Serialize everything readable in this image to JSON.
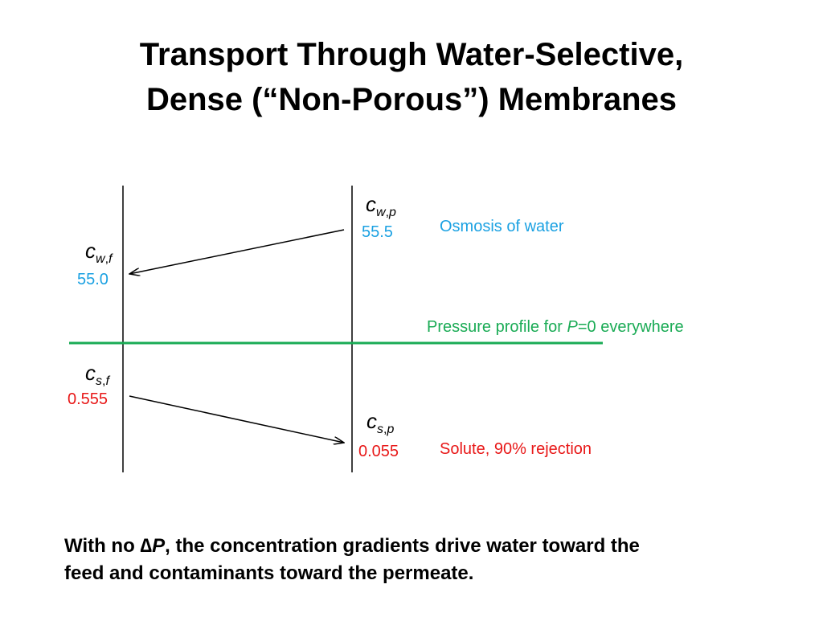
{
  "title": {
    "line1": "Transport Through Water-Selective,",
    "line2": "Dense (“Non-Porous”) Membranes"
  },
  "colors": {
    "water": "#1ba1e2",
    "solute": "#e81818",
    "pressure": "#1aab55",
    "line": "#000000"
  },
  "labels": {
    "cw_p": {
      "symbol": "c",
      "sub": "w,p",
      "sub_parts": [
        "w",
        ",",
        "p"
      ],
      "value": "55.5"
    },
    "cw_f": {
      "symbol": "c",
      "sub": "w,f",
      "sub_parts": [
        "w",
        ",",
        "f"
      ],
      "value": "55.0"
    },
    "cs_f": {
      "symbol": "c",
      "sub": "s,f",
      "sub_parts": [
        "s",
        ",",
        "f"
      ],
      "value": "0.555"
    },
    "cs_p": {
      "symbol": "c",
      "sub": "s,p",
      "sub_parts": [
        "s",
        ",",
        "p"
      ],
      "value": "0.055"
    }
  },
  "annotations": {
    "osmosis": "Osmosis of water",
    "pressure_prefix": "Pressure profile for ",
    "pressure_var": "P",
    "pressure_suffix": "=0 everywhere",
    "solute": "Solute, 90% rejection"
  },
  "caption": {
    "prefix": "With no ",
    "delta": "∆",
    "var": "P",
    "rest_line1": ", the concentration gradients drive water toward the",
    "line2": "feed and contaminants toward the permeate."
  }
}
